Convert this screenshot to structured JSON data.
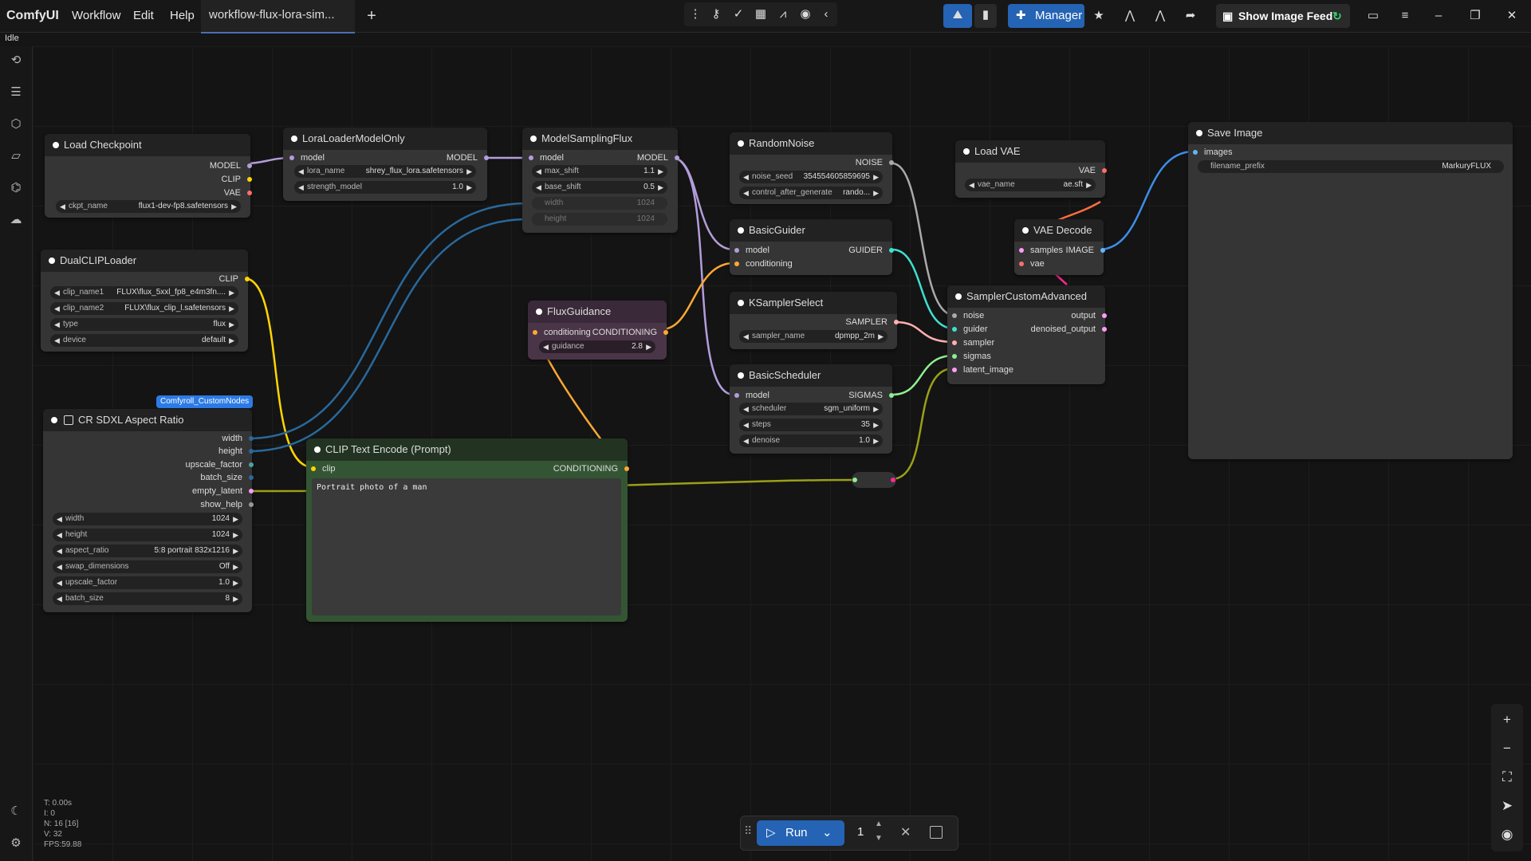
{
  "app": {
    "name": "ComfyUI",
    "status": "Idle"
  },
  "menu": {
    "workflow": "Workflow",
    "edit": "Edit",
    "help": "Help"
  },
  "tab": {
    "title": "workflow-flux-lora-sim..."
  },
  "toolbar": {
    "manager": "Manager",
    "show_image_feed": "Show Image Feed"
  },
  "nodes": {
    "load_checkpoint": {
      "title": "Load Checkpoint",
      "outputs": [
        "MODEL",
        "CLIP",
        "VAE"
      ],
      "ckpt_label": "ckpt_name",
      "ckpt_value": "flux1-dev-fp8.safetensors"
    },
    "lora_loader": {
      "title": "LoraLoaderModelOnly",
      "input": "model",
      "output": "MODEL",
      "lora_label": "lora_name",
      "lora_value": "shrey_flux_lora.safetensors",
      "strength_label": "strength_model",
      "strength_value": "1.0"
    },
    "model_sampling": {
      "title": "ModelSamplingFlux",
      "input": "model",
      "output": "MODEL",
      "max_shift_label": "max_shift",
      "max_shift_value": "1.1",
      "base_shift_label": "base_shift",
      "base_shift_value": "0.5",
      "width_label": "width",
      "width_value": "1024",
      "height_label": "height",
      "height_value": "1024"
    },
    "random_noise": {
      "title": "RandomNoise",
      "output": "NOISE",
      "seed_label": "noise_seed",
      "seed_value": "354554605859695",
      "control_label": "control_after_generate",
      "control_value": "rando..."
    },
    "load_vae": {
      "title": "Load VAE",
      "output": "VAE",
      "vae_label": "vae_name",
      "vae_value": "ae.sft"
    },
    "save_image": {
      "title": "Save Image",
      "input": "images",
      "prefix_label": "filename_prefix",
      "prefix_value": "MarkuryFLUX"
    },
    "dual_clip": {
      "title": "DualCLIPLoader",
      "output": "CLIP",
      "clip1_label": "clip_name1",
      "clip1_value": "FLUX\\flux_5xxl_fp8_e4m3fn....",
      "clip2_label": "clip_name2",
      "clip2_value": "FLUX\\flux_clip_l.safetensors",
      "type_label": "type",
      "type_value": "flux",
      "device_label": "device",
      "device_value": "default"
    },
    "basic_guider": {
      "title": "BasicGuider",
      "inputs": [
        "model",
        "conditioning"
      ],
      "output": "GUIDER"
    },
    "vae_decode": {
      "title": "VAE Decode",
      "inputs": [
        "samples",
        "vae"
      ],
      "output": "IMAGE"
    },
    "flux_guidance": {
      "title": "FluxGuidance",
      "input": "conditioning",
      "output": "CONDITIONING",
      "guidance_label": "guidance",
      "guidance_value": "2.8"
    },
    "ksampler_select": {
      "title": "KSamplerSelect",
      "output": "SAMPLER",
      "sampler_label": "sampler_name",
      "sampler_value": "dpmpp_2m"
    },
    "sampler_custom": {
      "title": "SamplerCustomAdvanced",
      "inputs": [
        "noise",
        "guider",
        "sampler",
        "sigmas",
        "latent_image"
      ],
      "outputs": [
        "output",
        "denoised_output"
      ]
    },
    "basic_scheduler": {
      "title": "BasicScheduler",
      "input": "model",
      "output": "SIGMAS",
      "scheduler_label": "scheduler",
      "scheduler_value": "sgm_uniform",
      "steps_label": "steps",
      "steps_value": "35",
      "denoise_label": "denoise",
      "denoise_value": "1.0"
    },
    "cr_sdxl": {
      "title": "CR SDXL Aspect Ratio",
      "badge": "Comfyroll_CustomNodes",
      "outputs": [
        "width",
        "height",
        "upscale_factor",
        "batch_size",
        "empty_latent",
        "show_help"
      ],
      "widgets": [
        {
          "label": "width",
          "value": "1024"
        },
        {
          "label": "height",
          "value": "1024"
        },
        {
          "label": "aspect_ratio",
          "value": "5:8 portrait 832x1216"
        },
        {
          "label": "swap_dimensions",
          "value": "Off"
        },
        {
          "label": "upscale_factor",
          "value": "1.0"
        },
        {
          "label": "batch_size",
          "value": "8"
        }
      ]
    },
    "clip_text": {
      "title": "CLIP Text Encode (Prompt)",
      "input": "clip",
      "output": "CONDITIONING",
      "text": "Portrait photo of a man"
    }
  },
  "runbar": {
    "run": "Run",
    "count": "1"
  },
  "stats": {
    "t": "T: 0.00s",
    "i": "I: 0",
    "n": "N: 16 [16]",
    "v": "V: 32",
    "fps": "FPS:59.88"
  },
  "colors": {
    "model": "#b39ddb",
    "clip": "#ffd500",
    "vae": "#ff6e6e",
    "conditioning": "#ffa931",
    "latent": "#ff9cf9",
    "image": "#64b5f6",
    "int": "#29699c",
    "accent": "#2563b4"
  }
}
